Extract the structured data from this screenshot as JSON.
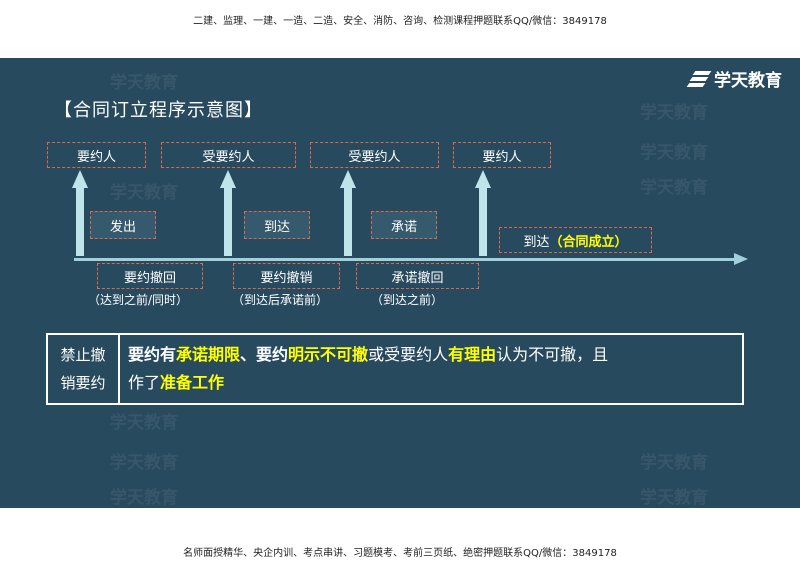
{
  "header_text": "二建、监理、一建、一造、二造、安全、消防、咨询、检测课程押题联系QQ/微信：3849178",
  "footer_text": "名师面授精华、央企内训、考点串讲、习题模考、考前三页纸、绝密押题联系QQ/微信：3849178",
  "logo_text": "学天教育",
  "watermark_text": "学天教育",
  "title": "【合同订立程序示意图】",
  "top_boxes": [
    "要约人",
    "受要约人",
    "受要约人",
    "要约人"
  ],
  "mid_boxes": [
    "发出",
    "到达",
    "承诺"
  ],
  "end_box": {
    "prefix": "到达",
    "highlight": "（合同成立）"
  },
  "lower_boxes": [
    "要约撤回",
    "要约撤销",
    "承诺撤回"
  ],
  "notes": [
    "（达到之前/同时）",
    "（到达后承诺前）",
    "（到达之前）"
  ],
  "table": {
    "label_line1": "禁止撤",
    "label_line2": "销要约",
    "t1": "要约有",
    "t2": "承诺期限",
    "t3": "、要约",
    "t4": "明示不可撤",
    "t5": "或受要约人",
    "t6": "有理由",
    "t7": "认为不可撤，且",
    "t8": "作了",
    "t9": "准备工作"
  },
  "colors": {
    "background": "#284a5e",
    "highlight": "#ffff00",
    "box_border": "#d9694a",
    "arrow": "#bfe5eb"
  }
}
